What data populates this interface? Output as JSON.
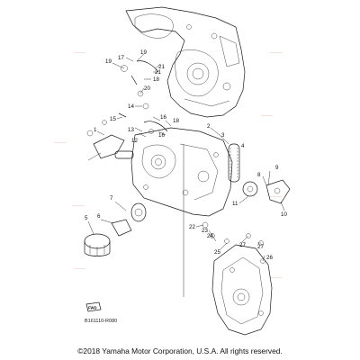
{
  "diagram": {
    "callouts": [
      {
        "id": "c19a",
        "text": "19"
      },
      {
        "id": "c17",
        "text": "17"
      },
      {
        "id": "c19b",
        "text": "19"
      },
      {
        "id": "c21a",
        "text": "21"
      },
      {
        "id": "c18a",
        "text": "18"
      },
      {
        "id": "c20",
        "text": "20"
      },
      {
        "id": "c21b",
        "text": "21"
      },
      {
        "id": "c14",
        "text": "14"
      },
      {
        "id": "c16a",
        "text": "16"
      },
      {
        "id": "c15",
        "text": "15"
      },
      {
        "id": "c13",
        "text": "13"
      },
      {
        "id": "c12",
        "text": "12"
      },
      {
        "id": "c16b",
        "text": "16"
      },
      {
        "id": "c18b",
        "text": "18"
      },
      {
        "id": "c2",
        "text": "2"
      },
      {
        "id": "c3",
        "text": "3"
      },
      {
        "id": "c1",
        "text": "1"
      },
      {
        "id": "c4",
        "text": "4"
      },
      {
        "id": "c9",
        "text": "9"
      },
      {
        "id": "c8",
        "text": "8"
      },
      {
        "id": "c10",
        "text": "10"
      },
      {
        "id": "c11",
        "text": "11"
      },
      {
        "id": "c7",
        "text": "7"
      },
      {
        "id": "c5",
        "text": "5"
      },
      {
        "id": "c6",
        "text": "6"
      },
      {
        "id": "c22",
        "text": "22"
      },
      {
        "id": "c23",
        "text": "23"
      },
      {
        "id": "c24",
        "text": "24"
      },
      {
        "id": "c25",
        "text": "25"
      },
      {
        "id": "c27a",
        "text": "27"
      },
      {
        "id": "c27b",
        "text": "27"
      },
      {
        "id": "c26",
        "text": "26"
      }
    ],
    "fwd_label": "FWD",
    "diagram_code": "B161110-R080"
  },
  "footer": {
    "copyright": "©2018 Yamaha Motor Corporation, U.S.A. All rights reserved."
  },
  "colors": {
    "line": "#1a1a1a",
    "watermark": "#f29a9a",
    "background": "#ffffff"
  }
}
